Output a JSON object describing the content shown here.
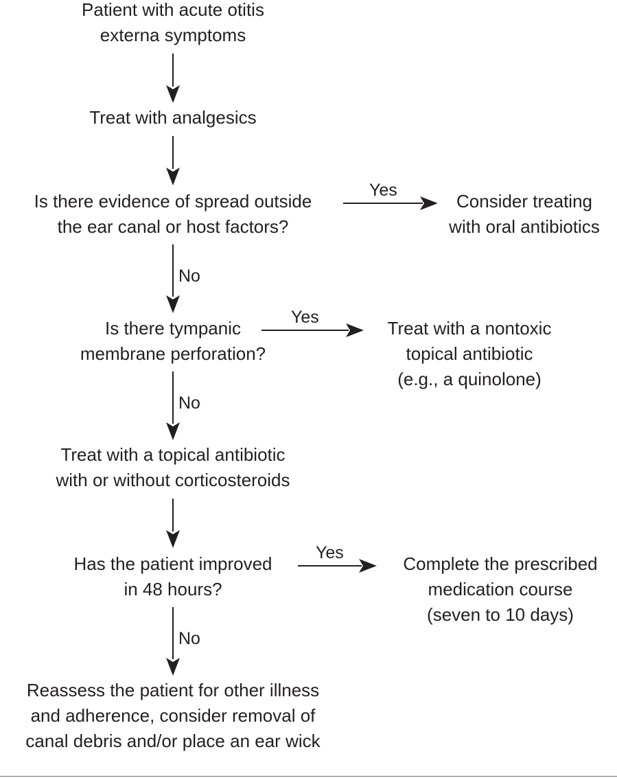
{
  "flow": {
    "start": {
      "lines": [
        "Patient with acute otitis",
        "externa symptoms"
      ]
    },
    "analgesics": {
      "lines": [
        "Treat with analgesics"
      ]
    },
    "q_spread": {
      "lines": [
        "Is there evidence of spread outside",
        "the ear canal or host factors?"
      ],
      "yes_label": "Yes",
      "no_label": "No"
    },
    "oral_antibiotics": {
      "lines": [
        "Consider treating",
        "with oral antibiotics"
      ]
    },
    "q_perforation": {
      "lines": [
        "Is there tympanic",
        "membrane perforation?"
      ],
      "yes_label": "Yes",
      "no_label": "No"
    },
    "nontoxic_topical": {
      "lines": [
        "Treat with a nontoxic",
        "topical antibiotic",
        "(e.g., a quinolone)"
      ]
    },
    "topical_antibiotic": {
      "lines": [
        "Treat with a topical antibiotic",
        "with or without corticosteroids"
      ]
    },
    "q_improved": {
      "lines": [
        "Has the patient improved",
        "in 48 hours?"
      ],
      "yes_label": "Yes",
      "no_label": "No"
    },
    "complete_course": {
      "lines": [
        "Complete the prescribed",
        "medication course",
        "(seven to 10 days)"
      ]
    },
    "reassess": {
      "lines": [
        "Reassess the patient for other illness",
        "and adherence, consider removal of",
        "canal debris and/or place an ear wick"
      ]
    }
  },
  "colors": {
    "text": "#231f20",
    "arrow": "#231f20",
    "rule": "#6d6e71"
  }
}
